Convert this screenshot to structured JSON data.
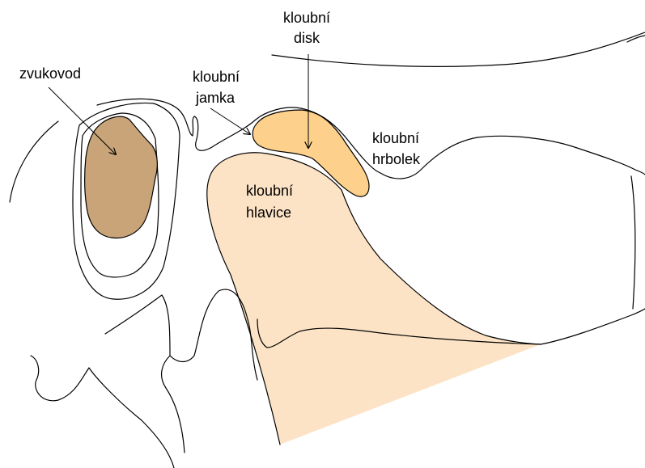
{
  "colors": {
    "background": "#ffffff",
    "outline": "#000000",
    "ear_canal_fill": "#c9a479",
    "condyle_fill": "#fde3c5",
    "disc_fill": "#fdd18b",
    "label_text": "#000000"
  },
  "labels": {
    "ear_canal": "zvukovod",
    "disc_line1": "kloubní",
    "disc_line2": "disk",
    "fossa_line1": "kloubní",
    "fossa_line2": "jamka",
    "tubercle_line1": "kloubní",
    "tubercle_line2": "hrbolek",
    "head_line1": "kloubní",
    "head_line2": "hlavice"
  }
}
